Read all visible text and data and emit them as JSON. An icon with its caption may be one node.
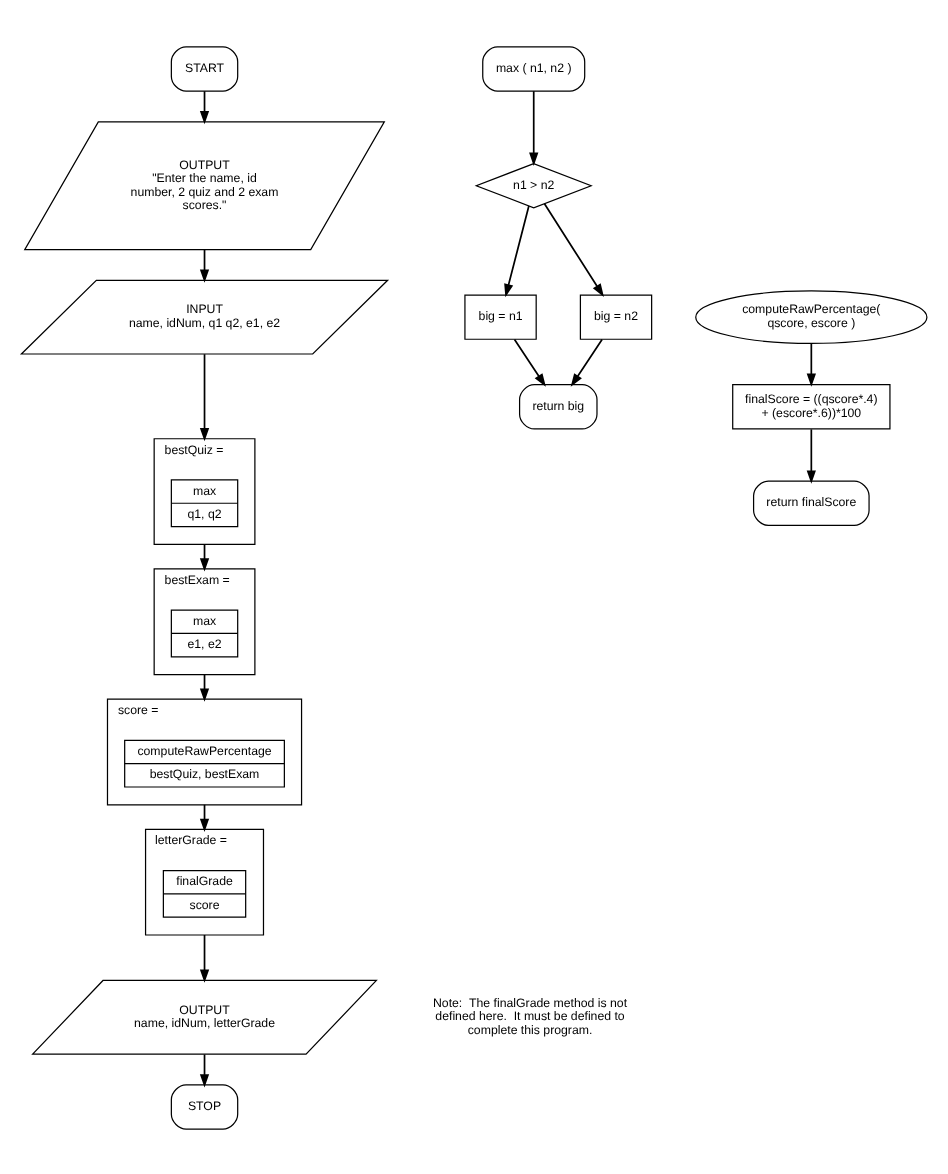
{
  "diagram": {
    "nodes": [
      {
        "text": [
          "START"
        ]
      },
      {
        "text": [
          "OUTPUT",
          "\"Enter the name, id number, 2 quiz and 2 exam scores.\""
        ]
      },
      {
        "text": [
          "INPUT",
          "name, idNum, q1 q2, e1, e2"
        ]
      },
      {
        "text": [
          "bestQuiz ="
        ]
      },
      {
        "text": [
          "max",
          "q1, q2"
        ],
        "in": 3
      },
      {
        "text": [
          "bestExam ="
        ]
      },
      {
        "text": [
          "max",
          "e1, e2"
        ],
        "in": 5
      },
      {
        "text": [
          "score ="
        ]
      },
      {
        "text": [
          "computeRawPercentage",
          "bestQuiz, bestExam"
        ],
        "in": 7
      },
      {
        "text": [
          "letterGrade ="
        ]
      },
      {
        "text": [
          "finalGrade",
          "score"
        ],
        "in": 9
      },
      {
        "text": [
          "OUTPUT",
          "name, idNum, letterGrade"
        ]
      },
      {
        "text": [
          "STOP"
        ]
      },
      {
        "text": [
          "max ( n1, n2 )"
        ]
      },
      {
        "text": [
          "n1 > n2"
        ]
      },
      {
        "text": [
          "big = n1"
        ]
      },
      {
        "text": [
          "big = n2"
        ]
      },
      {
        "text": [
          "return big"
        ]
      },
      {
        "text": [
          "computeRawPercentage( qscore, escore )"
        ]
      },
      {
        "text": [
          "finalScore = ((qscore*.4) + (escore*.6))*100"
        ]
      },
      {
        "text": [
          "return finalScore"
        ]
      }
    ],
    "edges": [
      {
        "from": 0,
        "to": 1,
        "arrow": "to"
      },
      {
        "from": 1,
        "to": 2,
        "arrow": "to"
      },
      {
        "from": 2,
        "to": 3,
        "arrow": "to"
      },
      {
        "from": 3,
        "to": 5,
        "arrow": "to"
      },
      {
        "from": 5,
        "to": 7,
        "arrow": "to"
      },
      {
        "from": 7,
        "to": 9,
        "arrow": "to"
      },
      {
        "from": 9,
        "to": 11,
        "arrow": "to"
      },
      {
        "from": 11,
        "to": 12,
        "arrow": "to"
      },
      {
        "from": 13,
        "to": 14,
        "arrow": "to"
      },
      {
        "from": 14,
        "to": 15,
        "arrow": "to"
      },
      {
        "from": 14,
        "to": 16,
        "arrow": "to"
      },
      {
        "from": 15,
        "to": 17,
        "arrow": "to"
      },
      {
        "from": 16,
        "to": 17,
        "arrow": "to"
      },
      {
        "from": 18,
        "to": 19,
        "arrow": "to"
      },
      {
        "from": 19,
        "to": 20,
        "arrow": "to"
      }
    ],
    "labels": [
      "Note:  The finalGrade method is not defined here.  It must be defined to complete this program."
    ]
  }
}
